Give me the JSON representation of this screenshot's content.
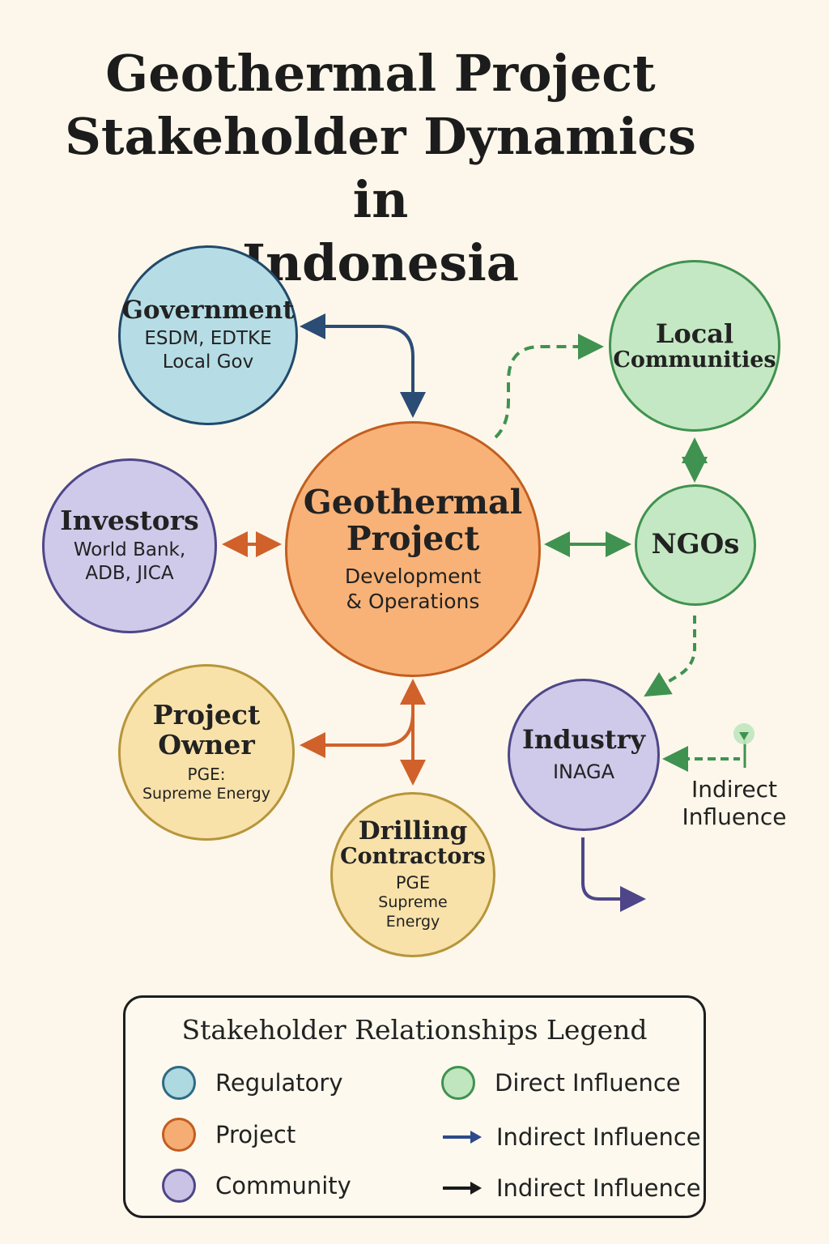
{
  "title": {
    "line1": "Geothermal Project",
    "line2": "Stakeholder Dynamics in",
    "line3": "Indonesia"
  },
  "nodes": {
    "government": {
      "title": "Government",
      "sub1": "ESDM, EDTKE",
      "sub2": "Local Gov"
    },
    "local_communities": {
      "title1": "Local",
      "title2": "Communities"
    },
    "investors": {
      "title": "Investors",
      "sub1": "World Bank,",
      "sub2": "ADB, JICA"
    },
    "geothermal_project": {
      "title1": "Geothermal",
      "title2": "Project",
      "sub1": "Development",
      "sub2": "& Operations"
    },
    "ngos": {
      "title": "NGOs"
    },
    "project_owner": {
      "title1": "Project",
      "title2": "Owner",
      "sub1": "PGE:",
      "sub2": "Supreme Energy"
    },
    "industry": {
      "title": "Industry",
      "sub1": "INAGA"
    },
    "drilling_contractors": {
      "title1": "Drilling",
      "title2": "Contractors",
      "sub1": "PGE",
      "sub2": "Supreme",
      "sub3": "Energy"
    }
  },
  "indirect_label": {
    "line1": "Indirect",
    "line2": "Influence"
  },
  "legend": {
    "title": "Stakeholder Relationships Legend",
    "items": [
      {
        "label": "Regulatory",
        "color": "#aed9e0"
      },
      {
        "label": "Project",
        "color": "#f6ad73"
      },
      {
        "label": "Community",
        "color": "#cac3e6"
      },
      {
        "label": "Direct Influence",
        "color": "#bfe6be"
      },
      {
        "label": "Indirect Influence",
        "color": "#2e4a8a"
      },
      {
        "label": "Indirect Influence",
        "color": "#1a1a1a"
      }
    ]
  },
  "colors": {
    "regulatory_fill": "#b6dde5",
    "regulatory_border": "#214a6b",
    "project_fill": "#f8b277",
    "project_border": "#c25e20",
    "community_fill": "#cfc9ea",
    "community_border": "#4e4688",
    "direct_fill": "#c4e8c3",
    "direct_border": "#3f9250",
    "owner_fill": "#f8e2aa",
    "owner_border": "#b7953b",
    "edge_blue": "#2b4c74",
    "edge_orange": "#d0612b",
    "edge_green": "#3f9250",
    "edge_purple": "#4e4688"
  }
}
